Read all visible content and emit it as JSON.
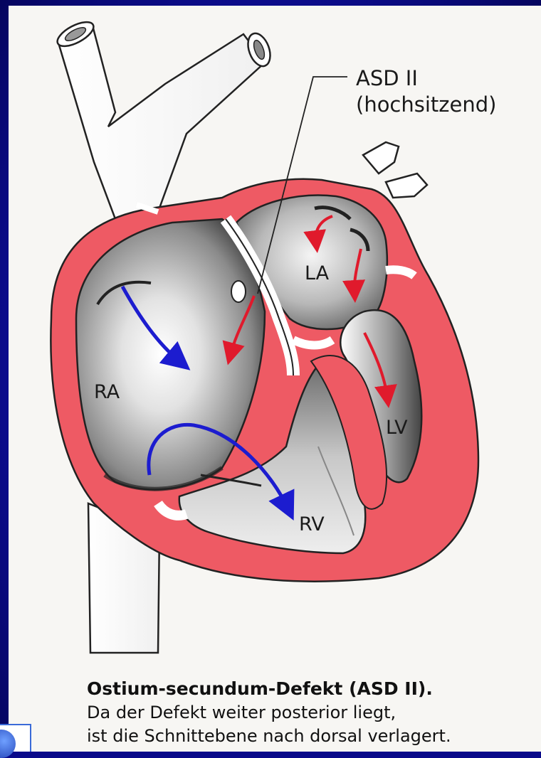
{
  "labels": {
    "asd_line1": "ASD II",
    "asd_line2": "(hochsitzend)",
    "ra": "RA",
    "la": "LA",
    "lv": "LV",
    "rv": "RV"
  },
  "caption": {
    "title": "Ostium-secundum-Defekt (ASD II).",
    "line1": "Da der Defekt weiter posterior liegt,",
    "line2": "ist die Schnittebene nach dorsal verlagert."
  },
  "colors": {
    "frame": "#0a0a8a",
    "wall": "#ee5a64",
    "arrow_blue": "#1c1ccf",
    "arrow_red": "#e01a2c"
  }
}
